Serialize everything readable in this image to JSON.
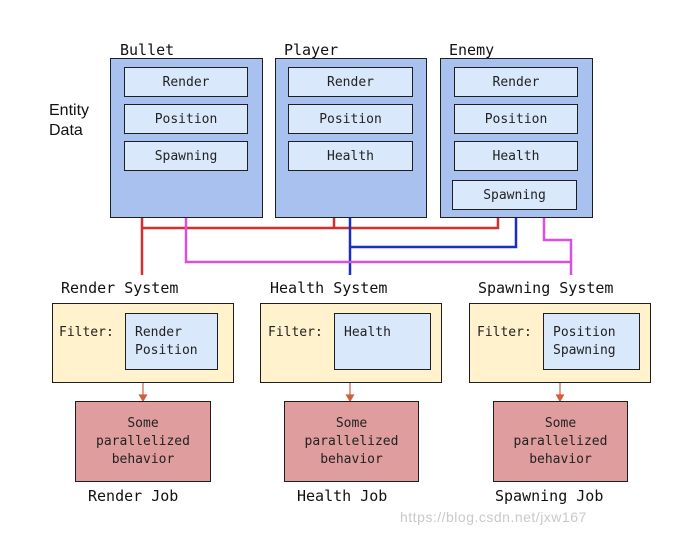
{
  "entity_data_label": [
    "Entity",
    "Data"
  ],
  "entities": [
    {
      "title": "Bullet",
      "components": [
        "Render",
        "Position",
        "Spawning"
      ]
    },
    {
      "title": "Player",
      "components": [
        "Render",
        "Position",
        "Health"
      ]
    },
    {
      "title": "Enemy",
      "components": [
        "Render",
        "Position",
        "Health",
        "Spawning"
      ]
    }
  ],
  "systems": [
    {
      "title": "Render System",
      "filter_label": "Filter:",
      "filter": [
        "Render",
        "Position"
      ]
    },
    {
      "title": "Health System",
      "filter_label": "Filter:",
      "filter": [
        "Health"
      ]
    },
    {
      "title": "Spawning System",
      "filter_label": "Filter:",
      "filter": [
        "Position",
        "Spawning"
      ]
    }
  ],
  "jobs": [
    {
      "title": "Render Job",
      "behavior": [
        "Some",
        "parallelized",
        "behavior"
      ]
    },
    {
      "title": "Health Job",
      "behavior": [
        "Some",
        "parallelized",
        "behavior"
      ]
    },
    {
      "title": "Spawning Job",
      "behavior": [
        "Some",
        "parallelized",
        "behavior"
      ]
    }
  ],
  "line_colors": {
    "render": "#d32f2f",
    "health": "#1a2fbf",
    "spawning": "#d94fe0",
    "arrow": "#d0613d"
  },
  "watermark": "https://blog.csdn.net/jxw167"
}
